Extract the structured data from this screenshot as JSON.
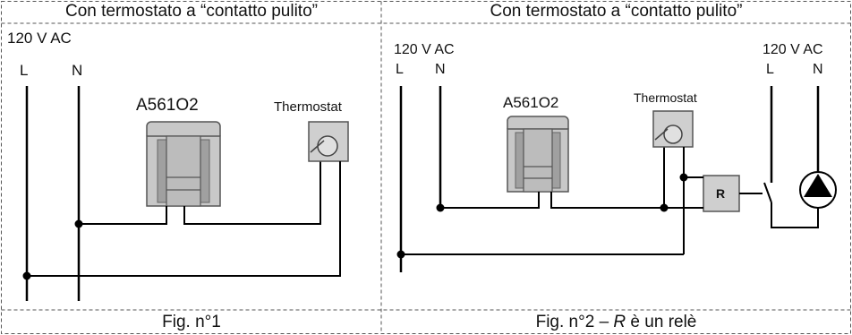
{
  "panels": [
    {
      "header": "Con termostato a “contatto pulito”",
      "caption": "Fig. n°1",
      "supply_voltage": "120 V AC",
      "terminal_l": "L",
      "terminal_n": "N",
      "actuator_label": "A561O2",
      "thermostat_label": "Thermostat"
    },
    {
      "header": "Con termostato a “contatto pulito”",
      "caption_prefix": "Fig. n°2 – ",
      "caption_italic": "R",
      "caption_suffix": " è un relè",
      "supply_voltage_left": "120 V AC",
      "terminal_l_left": "L",
      "terminal_n_left": "N",
      "actuator_label": "A561O2",
      "thermostat_label": "Thermostat",
      "relay_label": "R",
      "supply_voltage_right": "120 V AC",
      "terminal_l_right": "L",
      "terminal_n_right": "N"
    }
  ],
  "colors": {
    "line": "#000000",
    "actuator_fill": "#c8c8c8",
    "actuator_dark": "#9a9a9a",
    "box_fill": "#d0d0d0",
    "border_dash": "#555555"
  }
}
